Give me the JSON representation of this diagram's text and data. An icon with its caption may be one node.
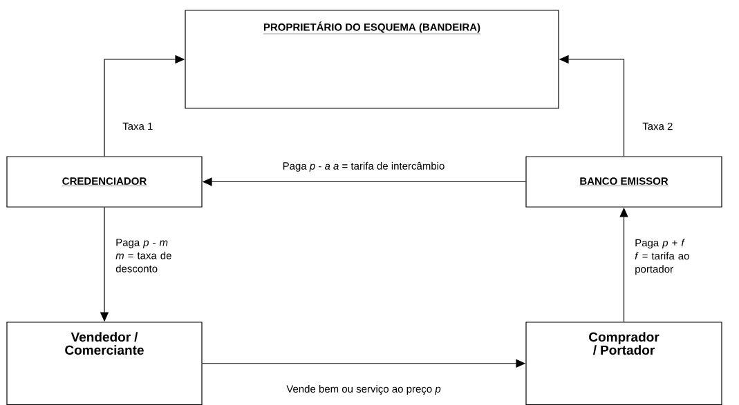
{
  "diagram": {
    "nodes": [
      {
        "text": [
          "PROPRIETÁRIO DO ESQUEMA (BANDEIRA)"
        ]
      },
      {
        "text": [
          "CREDENCIADOR"
        ]
      },
      {
        "text": [
          "BANCO EMISSOR"
        ]
      },
      {
        "text": [
          "Vendedor / Comerciante"
        ]
      },
      {
        "text": [
          "Comprador / Portador"
        ]
      }
    ],
    "edges": [
      {
        "from": 1,
        "to": 0,
        "arrow": "to",
        "label": "Taxa 1"
      },
      {
        "from": 2,
        "to": 0,
        "arrow": "to",
        "label": "Taxa 2"
      },
      {
        "from": 2,
        "to": 1,
        "arrow": "to",
        "label": "Paga *p* - *a* *a* = tarifa de intercâmbio"
      },
      {
        "from": 1,
        "to": 3,
        "arrow": "to",
        "label": "Paga *p* - *m* *m* = taxa de desconto"
      },
      {
        "from": 4,
        "to": 2,
        "arrow": "to",
        "label": "Paga *p* + *f* *f* = tarifa ao portador"
      },
      {
        "from": 3,
        "to": 4,
        "arrow": "to",
        "label": "Vende bem ou serviço ao preço *p*"
      }
    ]
  }
}
